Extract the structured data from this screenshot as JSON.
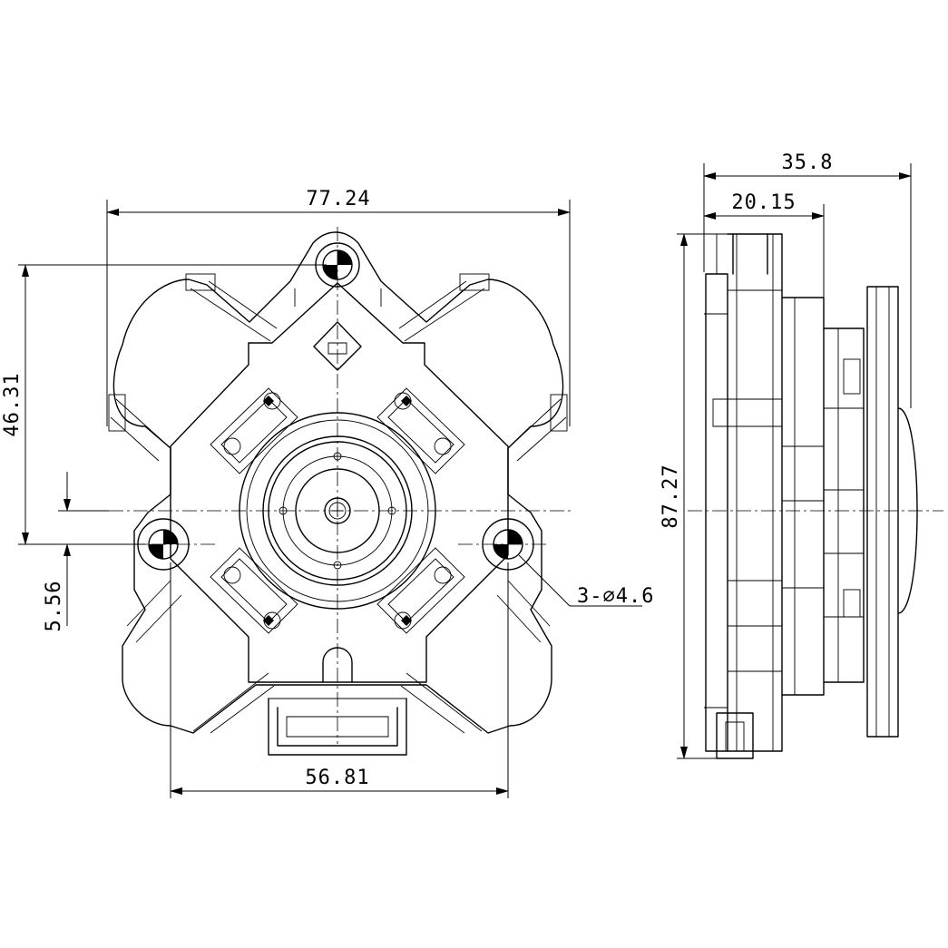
{
  "dimensions": {
    "front_width": "77.24",
    "front_height_top": "46.31",
    "front_offset": "5.56",
    "front_bottom_width": "56.81",
    "hole_callout": "3-⌀4.6",
    "side_total_depth": "35.8",
    "side_depth": "20.15",
    "side_height": "87.27"
  }
}
